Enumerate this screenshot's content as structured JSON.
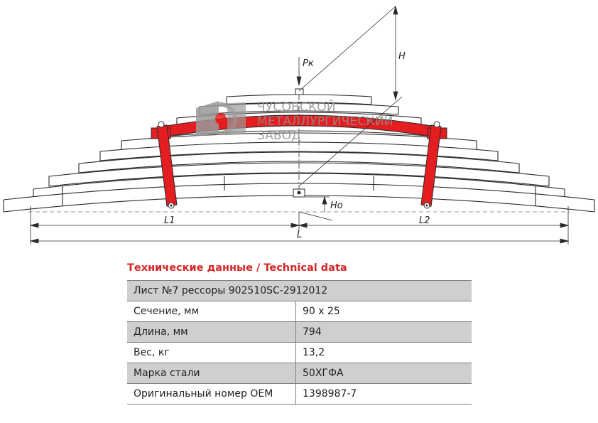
{
  "drawing": {
    "labels": {
      "pk": "Pк",
      "h": "H",
      "h0": "Ho",
      "l1": "L1",
      "l2": "L2",
      "l": "L"
    },
    "watermark": {
      "lines": [
        "ЧУСОВСКОЙ",
        "МЕТАЛЛУРГИЧЕСКИЙ",
        "ЗАВОД"
      ],
      "color": "#8f8f8f"
    },
    "colors": {
      "highlight_leaf": "#e41e20",
      "outline": "#2a2a2a",
      "dashed": "#777777"
    }
  },
  "technical": {
    "title": "Технические данные / Technical data",
    "header": "Лист №7 рессоры 902510SC-2912012",
    "rows": [
      {
        "key": "Сечение, мм",
        "value": "90 x 25"
      },
      {
        "key": "Длина, мм",
        "value": "794"
      },
      {
        "key": "Вес, кг",
        "value": "13,2"
      },
      {
        "key": "Марка стали",
        "value": "50ХГФА"
      },
      {
        "key": "Оригинальный номер OEM",
        "value": "1398987-7"
      }
    ],
    "title_color": "#d52727",
    "shade_color": "#cfcfcf"
  }
}
